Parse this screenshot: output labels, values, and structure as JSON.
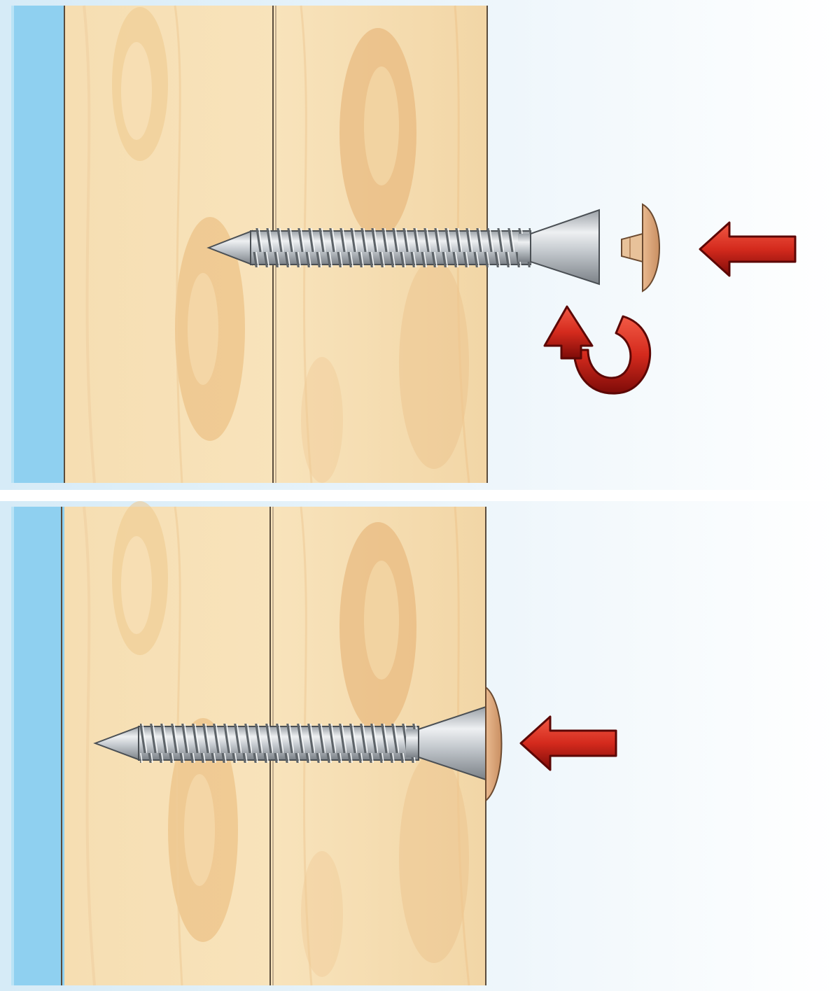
{
  "colors": {
    "wall_blue": "#8fd0f0",
    "wood_light": "#f7dfb3",
    "wood_grain": "#e7b877",
    "board_line": "#5a4c3c",
    "screw_steel": "#c8ccd0",
    "screw_dark": "#6d7277",
    "cap_tan": "#d9a57b",
    "arrow_red": "#d42a1d",
    "arrow_dark": "#8a0d0a",
    "sky_light": "#eef6fb"
  },
  "icons": {
    "push_arrow": "left-arrow-icon",
    "rotate_arrow": "rotate-arrow-icon"
  },
  "steps": [
    {
      "name": "step-1-insert-cap",
      "shows": [
        "screw",
        "cover-cap",
        "push-arrow",
        "rotate-arrow"
      ]
    },
    {
      "name": "step-2-cap-seated",
      "shows": [
        "screw-with-cap",
        "push-arrow"
      ]
    }
  ]
}
